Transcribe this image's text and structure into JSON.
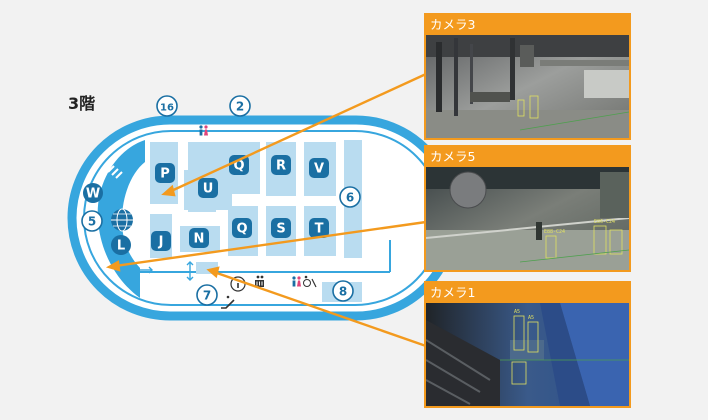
{
  "floor": {
    "label": "3階"
  },
  "colors": {
    "ring": "#37a6de",
    "ring_light": "#c6e6f6",
    "block": "#b9dcf0",
    "badge": "#1a6fa3",
    "accent": "#f39a1e",
    "background": "#f2f2f2"
  },
  "zones": [
    {
      "id": "P",
      "label": "P"
    },
    {
      "id": "Q_top",
      "label": "Q"
    },
    {
      "id": "R",
      "label": "R"
    },
    {
      "id": "V",
      "label": "V"
    },
    {
      "id": "U",
      "label": "U"
    },
    {
      "id": "W",
      "label": "W"
    },
    {
      "id": "L",
      "label": "L"
    },
    {
      "id": "J",
      "label": "J"
    },
    {
      "id": "N",
      "label": "N"
    },
    {
      "id": "Q_bottom",
      "label": "Q"
    },
    {
      "id": "S",
      "label": "S"
    },
    {
      "id": "T",
      "label": "T"
    }
  ],
  "entrances": [
    {
      "id": "16",
      "label": "16"
    },
    {
      "id": "2",
      "label": "2"
    },
    {
      "id": "6",
      "label": "6"
    },
    {
      "id": "5",
      "label": "5"
    },
    {
      "id": "7",
      "label": "7"
    },
    {
      "id": "8",
      "label": "8"
    }
  ],
  "facility_icons": [
    "restroom-icon",
    "info-icon",
    "stroller-icon",
    "accessible-restroom-icon",
    "escalator-icon",
    "globe-icon"
  ],
  "cameras": [
    {
      "label": "カメラ3",
      "detections": []
    },
    {
      "label": "カメラ5",
      "detections": [
        "E88-C24",
        "E86-C24"
      ]
    },
    {
      "label": "カメラ1",
      "detections": [
        "A5",
        "A5"
      ]
    }
  ]
}
